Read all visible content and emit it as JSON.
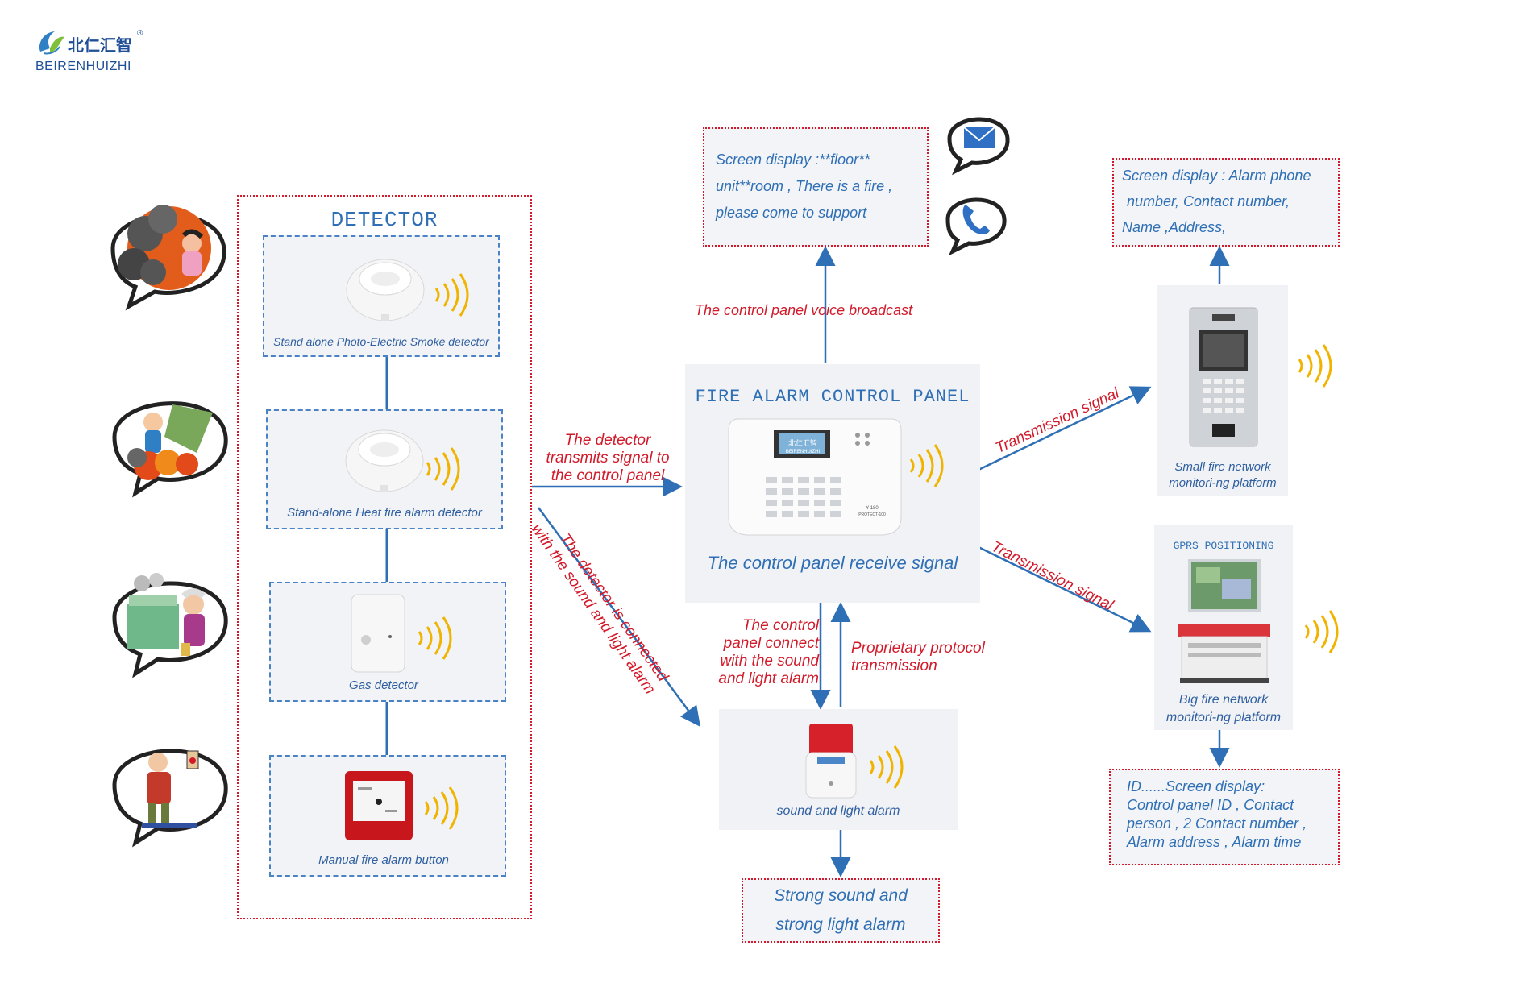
{
  "logo": {
    "chinese": "北仁汇智",
    "registered": "®",
    "english": "BEIRENHUIZHI"
  },
  "detector_group": {
    "title": "DETECTOR",
    "items": [
      {
        "caption": "Stand alone Photo-Electric Smoke detector"
      },
      {
        "caption": "Stand-alone Heat fire alarm detector"
      },
      {
        "caption": "Gas detector"
      },
      {
        "caption": "Manual fire alarm button"
      }
    ]
  },
  "control_panel": {
    "title": "FIRE ALARM CONTROL PANEL",
    "caption": "The control panel receive signal",
    "screen_text": "北仁汇智",
    "screen_sub": "BEIRENHUIZHI",
    "model": "Y-180",
    "model_sub": "PROTECT-100"
  },
  "labels": {
    "detector_to_panel": [
      "The detector",
      "transmits signal to",
      "the control panel"
    ],
    "detector_to_alarm": [
      "The detector is connected",
      "with the sound and light alarm"
    ],
    "voice_broadcast": "The control panel voice broadcast",
    "panel_to_alarm": [
      "The control",
      "panel connect",
      "with the sound",
      "and light alarm"
    ],
    "proprietary": [
      "Proprietary protocol",
      "transmission"
    ],
    "transmission_1": "Transmission signal",
    "transmission_2": "Transmission signal"
  },
  "message_box": {
    "lines": [
      "Screen display :**floor**",
      "unit**room , There is a fire ,",
      "please come to support"
    ],
    "icons": [
      "envelope-icon",
      "phone-icon"
    ]
  },
  "small_platform": {
    "caption": [
      "Small fire network",
      "monitori-ng platform"
    ],
    "screen_box": [
      "Screen display : Alarm phone",
      "number, Contact number,",
      "Name ,Address,"
    ]
  },
  "big_platform": {
    "title": "GPRS POSITIONING",
    "caption": [
      "Big fire network",
      "monitori-ng platform"
    ],
    "screen_box": [
      "ID......Screen display:",
      "Control panel ID , Contact",
      "person , 2 Contact number ,",
      "Alarm address , Alarm time"
    ]
  },
  "sound_alarm": {
    "caption": "sound and light alarm",
    "result": [
      "Strong sound and",
      "strong light alarm"
    ]
  },
  "colors": {
    "red": "#d21a2a",
    "blue": "#2f6fb5",
    "arrow": "#2f6fb5",
    "signal_wave": "#f0b400"
  }
}
